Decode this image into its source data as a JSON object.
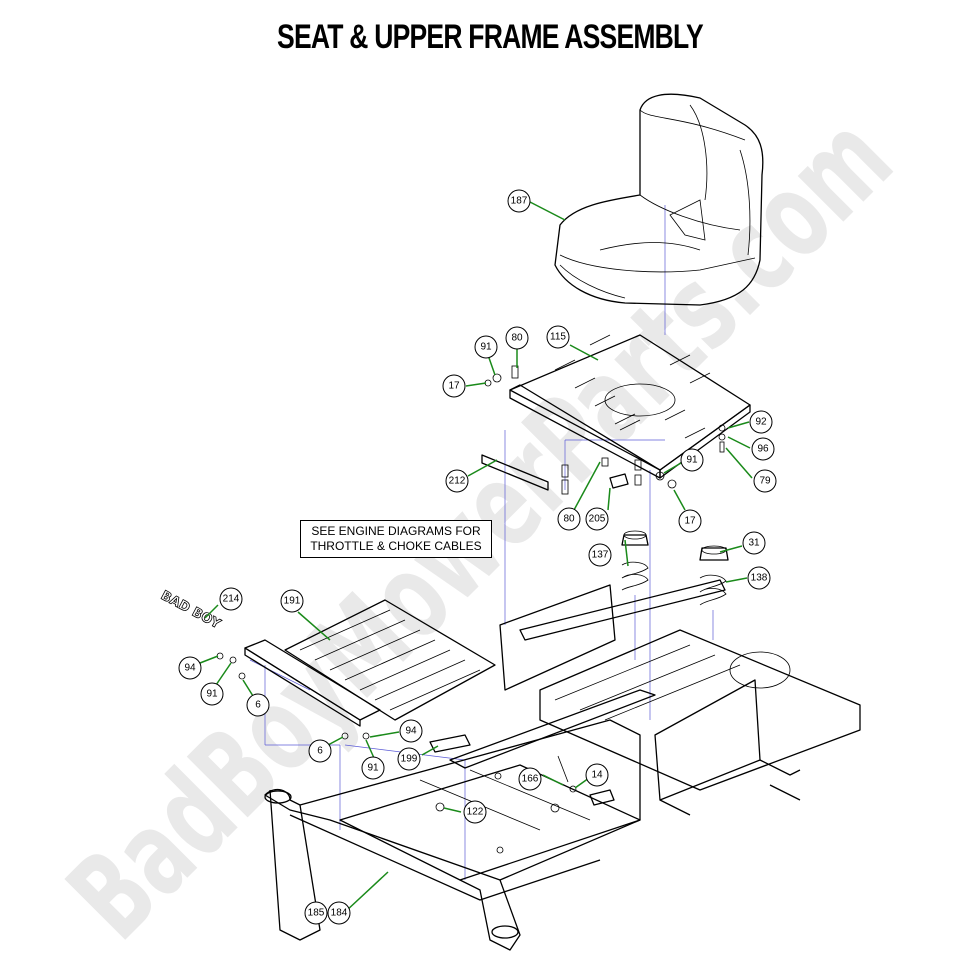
{
  "title": "SEAT & UPPER FRAME ASSEMBLY",
  "note": {
    "line1": "SEE ENGINE DIAGRAMS FOR",
    "line2": "THROTTLE & CHOKE CABLES"
  },
  "watermark": "BadBoyMowerParts.com",
  "logo_text": "BAD BOY",
  "colors": {
    "leader": "#1a8a1a",
    "guide": "#5b5bd6",
    "watermark": "#e9e9e9"
  },
  "callouts": [
    {
      "id": "c187",
      "label": "187"
    },
    {
      "id": "c80a",
      "label": "80"
    },
    {
      "id": "c91a",
      "label": "91"
    },
    {
      "id": "c115",
      "label": "115"
    },
    {
      "id": "c17a",
      "label": "17"
    },
    {
      "id": "c92",
      "label": "92"
    },
    {
      "id": "c96",
      "label": "96"
    },
    {
      "id": "c79",
      "label": "79"
    },
    {
      "id": "c91b",
      "label": "91"
    },
    {
      "id": "c212",
      "label": "212"
    },
    {
      "id": "c80b",
      "label": "80"
    },
    {
      "id": "c205",
      "label": "205"
    },
    {
      "id": "c17b",
      "label": "17"
    },
    {
      "id": "c31",
      "label": "31"
    },
    {
      "id": "c137",
      "label": "137"
    },
    {
      "id": "c138",
      "label": "138"
    },
    {
      "id": "c214",
      "label": "214"
    },
    {
      "id": "c191",
      "label": "191"
    },
    {
      "id": "c94a",
      "label": "94"
    },
    {
      "id": "c91c",
      "label": "91"
    },
    {
      "id": "c6a",
      "label": "6"
    },
    {
      "id": "c94b",
      "label": "94"
    },
    {
      "id": "c6b",
      "label": "6"
    },
    {
      "id": "c91d",
      "label": "91"
    },
    {
      "id": "c199",
      "label": "199"
    },
    {
      "id": "c166",
      "label": "166"
    },
    {
      "id": "c14",
      "label": "14"
    },
    {
      "id": "c122",
      "label": "122"
    },
    {
      "id": "c185",
      "label": "185"
    },
    {
      "id": "c184",
      "label": "184"
    }
  ]
}
